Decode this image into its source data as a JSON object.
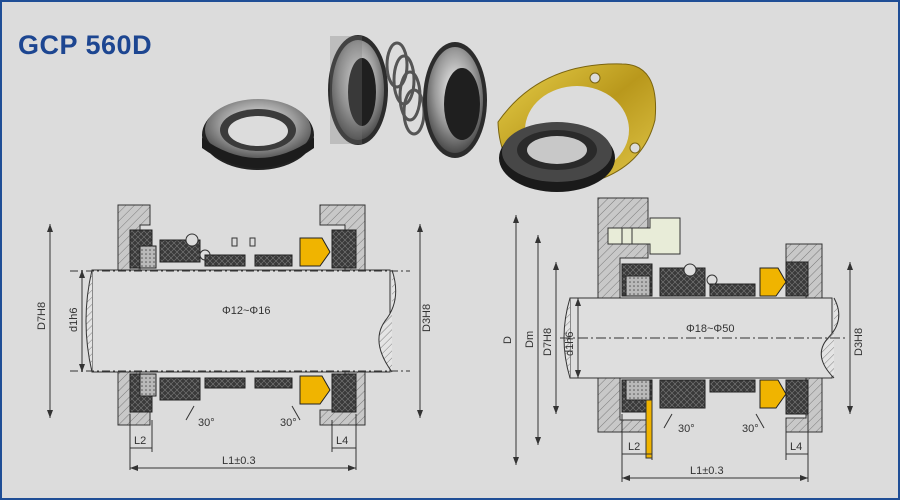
{
  "title": "GCP 560D",
  "colors": {
    "border": "#1f4e96",
    "title": "#1d4691",
    "background": "#dcdcdc",
    "yellow_part": "#f0b400",
    "dark_rubber": "#2a2a2a"
  },
  "left_drawing": {
    "left_dim": "D7H8",
    "inner_dim": "d1h6",
    "right_dim": "D3H8",
    "shaft_range": "Φ12~Φ16",
    "angle_left": "30°",
    "angle_right": "30°",
    "l2": "L2",
    "l4": "L4",
    "l1": "L1±0.3"
  },
  "right_drawing": {
    "d": "D",
    "dm": "Dm",
    "d7": "D7H8",
    "d1": "d1h6",
    "d3": "D3H8",
    "shaft_range": "Φ18~Φ50",
    "angle_left": "30°",
    "angle_right": "30°",
    "l2": "L2",
    "l4": "L4",
    "l1": "L1±0.3"
  }
}
